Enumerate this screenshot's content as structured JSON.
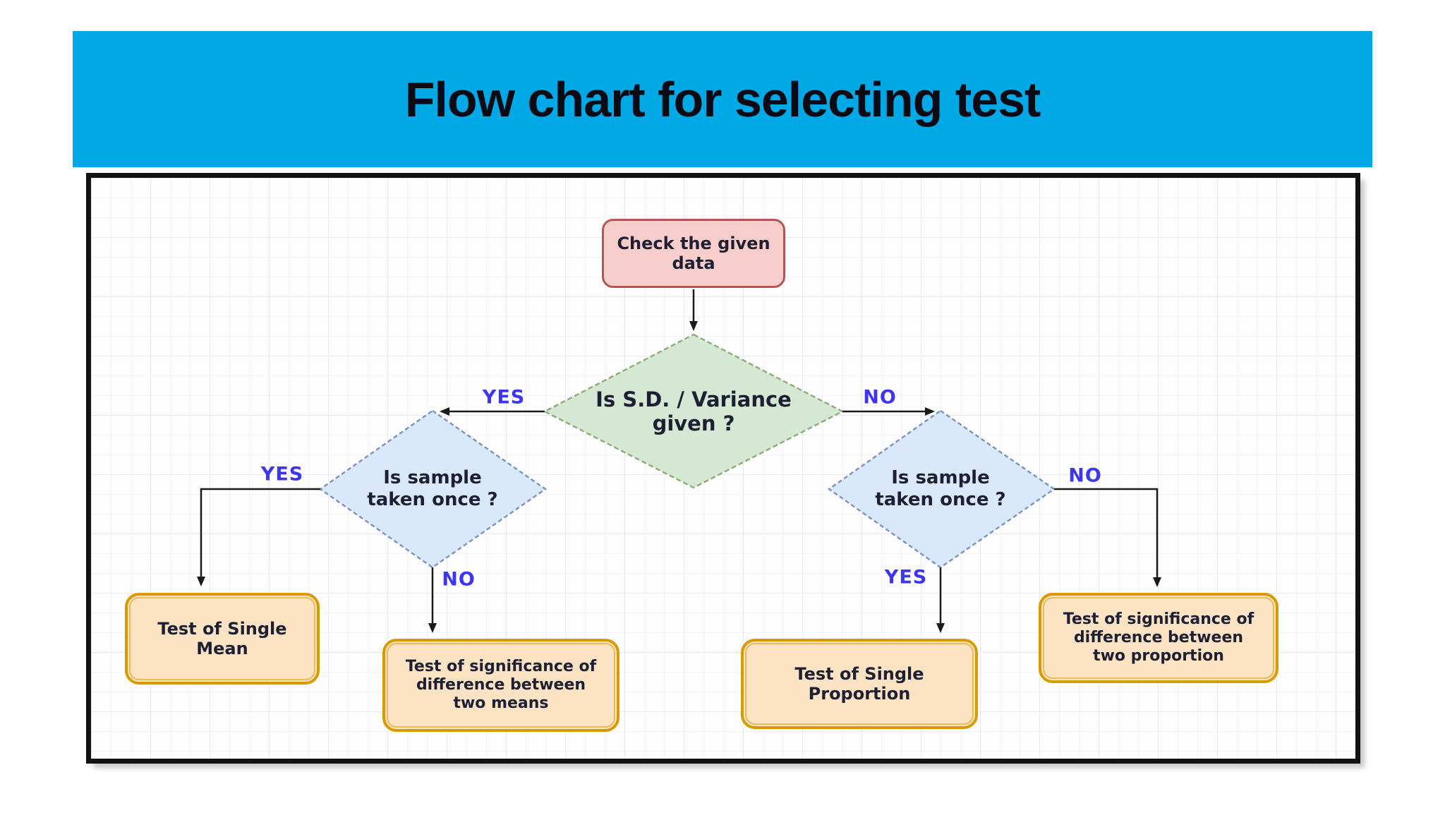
{
  "title": "Flow chart for selecting test",
  "diagram": {
    "nodes": {
      "check_data": {
        "type": "start",
        "lines": [
          "Check the given",
          "data"
        ]
      },
      "sd_variance_given": {
        "type": "decision",
        "lines": [
          "Is S.D. / Variance",
          "given ?"
        ]
      },
      "sample_once_left": {
        "type": "decision",
        "lines": [
          "Is sample",
          "taken once ?"
        ]
      },
      "sample_once_right": {
        "type": "decision",
        "lines": [
          "Is sample",
          "taken once ?"
        ]
      },
      "single_mean": {
        "type": "result",
        "lines": [
          "Test of Single",
          "Mean"
        ]
      },
      "two_means": {
        "type": "result",
        "lines": [
          "Test of significance of",
          "difference between",
          "two means"
        ]
      },
      "single_proportion": {
        "type": "result",
        "lines": [
          "Test of Single",
          "Proportion"
        ]
      },
      "two_proportion": {
        "type": "result",
        "lines": [
          "Test of significance of",
          "difference between",
          "two proportion"
        ]
      }
    },
    "edge_labels": {
      "sd_yes": "YES",
      "sd_no": "NO",
      "left_yes": "YES",
      "left_no": "NO",
      "right_yes": "YES",
      "right_no": "NO"
    }
  },
  "colors": {
    "banner": "#00A9E6",
    "title_text": "#0B0B15",
    "start_fill": "#F8CECC",
    "start_border": "#B85450",
    "decision_green_fill": "#D5E8D4",
    "decision_green_border": "#8FAE7A",
    "decision_blue_fill": "#DAE8FC",
    "decision_blue_border": "#7E95BF",
    "result_fill": "#FBE3C3",
    "result_border": "#D79B00",
    "edge_label_text": "#3E35F2",
    "connector": "#1A1A1A",
    "frame_border": "#121212"
  }
}
